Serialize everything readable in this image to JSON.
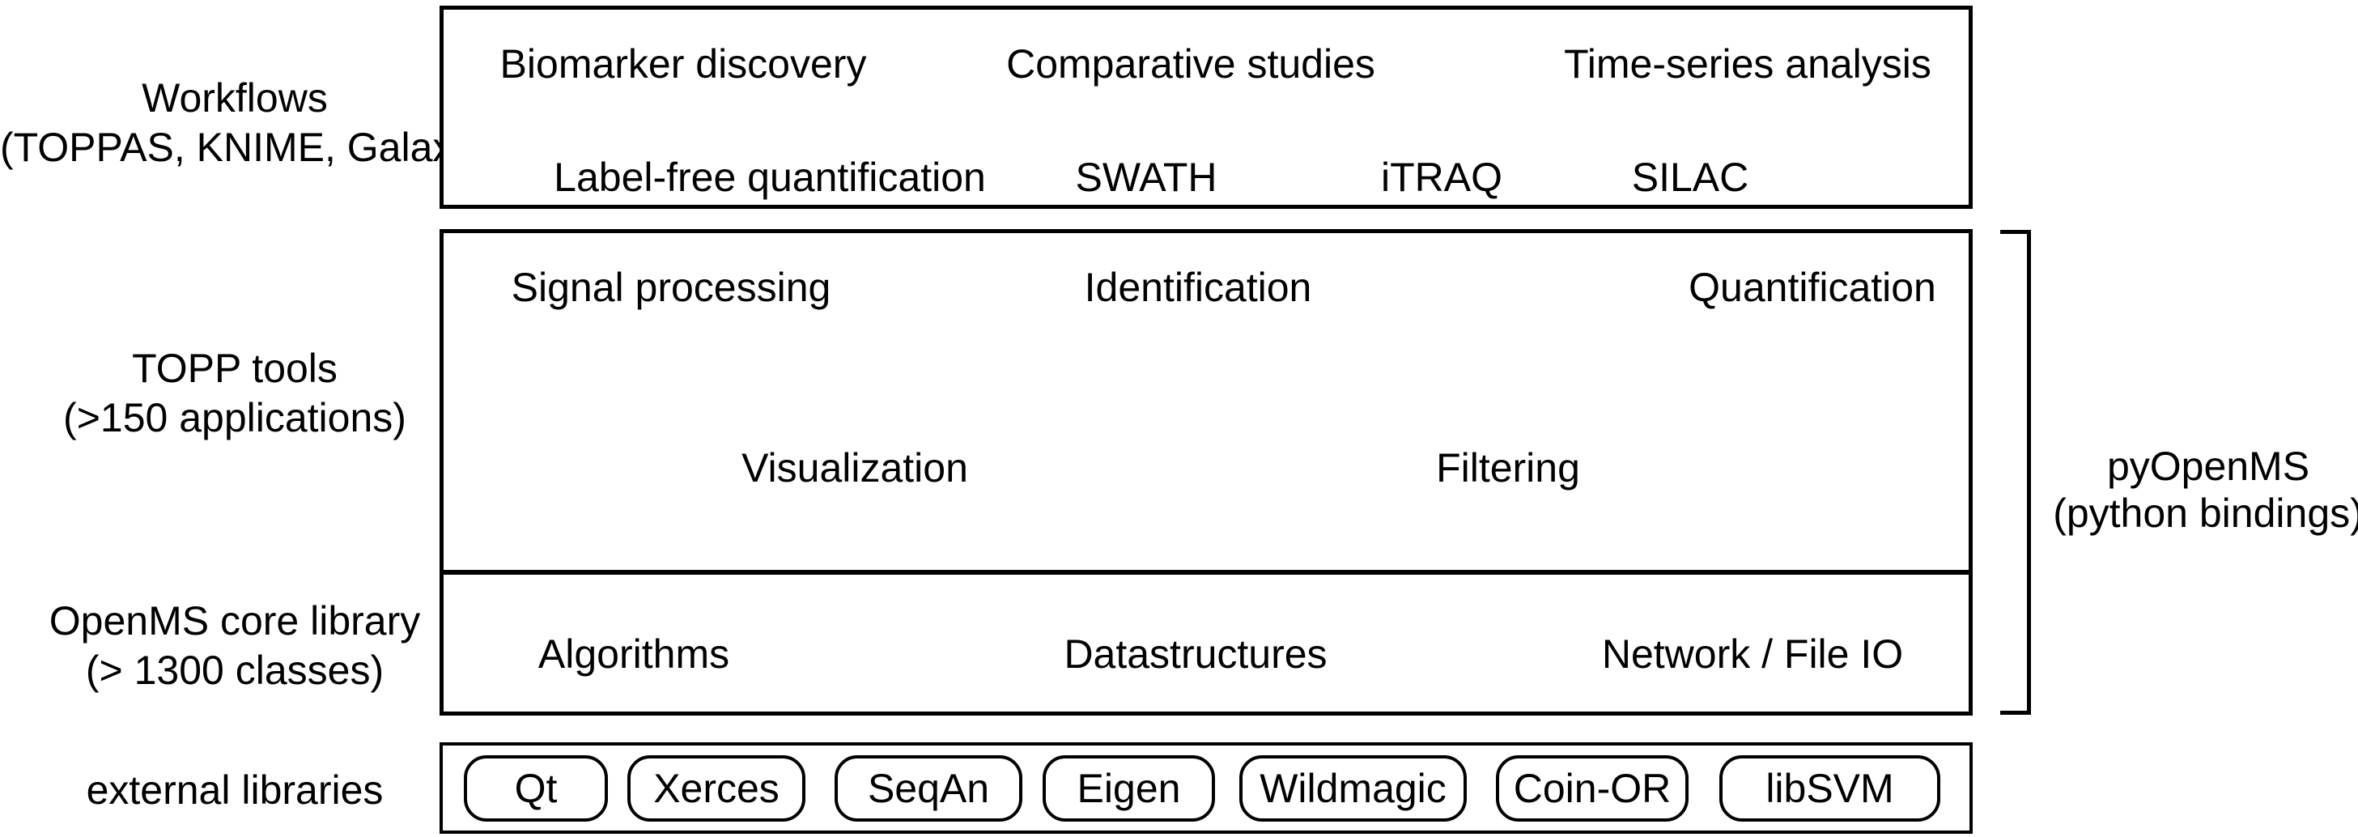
{
  "diagram": {
    "left_labels": {
      "workflows": {
        "line1": "Workflows",
        "line2": "(TOPPAS, KNIME, Galaxy)"
      },
      "topp": {
        "line1": "TOPP tools",
        "line2": "(>150 applications)"
      },
      "core": {
        "line1": "OpenMS core library",
        "line2": "(> 1300 classes)"
      },
      "external": {
        "line1": "external libraries"
      }
    },
    "workflows_box": {
      "row1": [
        "Biomarker discovery",
        "Comparative studies",
        "Time-series analysis"
      ],
      "row2": [
        "Label-free quantification",
        "SWATH",
        "iTRAQ",
        "SILAC"
      ]
    },
    "topp_box": {
      "row1": [
        "Signal processing",
        "Identification",
        "Quantification"
      ],
      "row2": [
        "Visualization",
        "Filtering"
      ]
    },
    "core_box": {
      "row1": [
        "Algorithms",
        "Datastructures",
        "Network / File IO"
      ]
    },
    "external_box": {
      "pills": [
        "Qt",
        "Xerces",
        "SeqAn",
        "Eigen",
        "Wildmagic",
        "Coin-OR",
        "libSVM"
      ]
    },
    "pyopenms": {
      "line1": "pyOpenMS",
      "line2": "(python bindings)"
    },
    "colors": {
      "line": "#000000",
      "background": "#ffffff",
      "text": "#000000"
    }
  }
}
